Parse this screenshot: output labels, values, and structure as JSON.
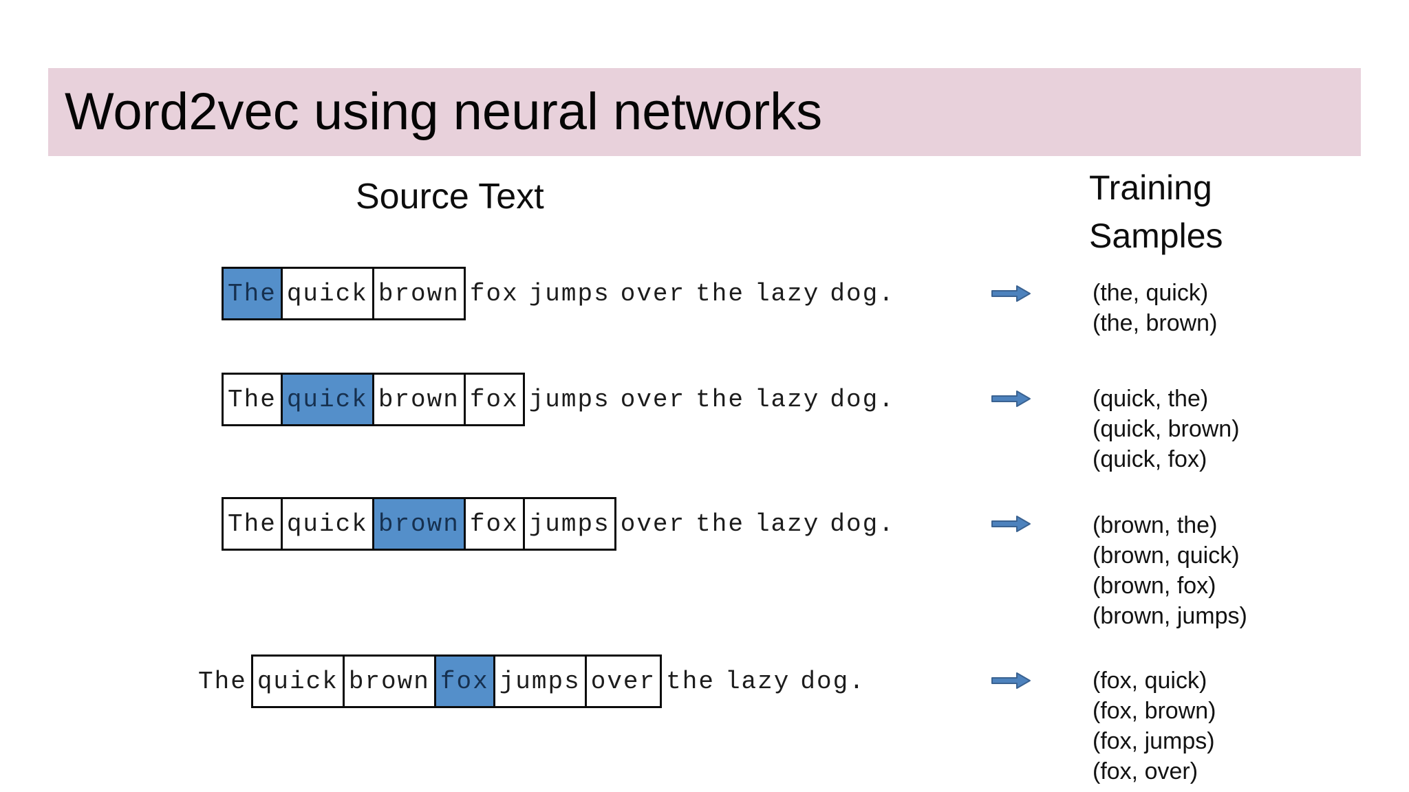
{
  "slide": {
    "title": "Word2vec using neural networks",
    "source_heading": "Source Text",
    "training_heading_line1": "Training",
    "training_heading_line2": "Samples"
  },
  "sentence": {
    "words": [
      "The",
      "quick",
      "brown",
      "fox",
      "jumps",
      "over",
      "the",
      "lazy",
      "dog."
    ]
  },
  "rows": [
    {
      "boxed_indices": [
        0,
        1,
        2
      ],
      "highlighted_index": 0,
      "highlighted_word": "The",
      "samples": [
        "(the, quick)",
        "(the, brown)"
      ]
    },
    {
      "boxed_indices": [
        0,
        1,
        2,
        3
      ],
      "highlighted_index": 1,
      "highlighted_word": "quick",
      "samples": [
        "(quick, the)",
        "(quick, brown)",
        "(quick, fox)"
      ]
    },
    {
      "boxed_indices": [
        0,
        1,
        2,
        3,
        4
      ],
      "highlighted_index": 2,
      "highlighted_word": "brown",
      "samples": [
        "(brown, the)",
        "(brown, quick)",
        "(brown, fox)",
        "(brown, jumps)"
      ]
    },
    {
      "boxed_indices": [
        1,
        2,
        3,
        4,
        5
      ],
      "highlighted_index": 3,
      "highlighted_word": "fox",
      "samples": [
        "(fox, quick)",
        "(fox, brown)",
        "(fox, jumps)",
        "(fox, over)"
      ]
    }
  ],
  "colors": {
    "banner_pink": "#e8d1db",
    "highlight_blue": "#548fca",
    "highlight_text": "#16304f",
    "box_border": "#0b0b0b",
    "arrow_fill": "#4d82bd",
    "arrow_stroke": "#3a6291",
    "background": "#ffffff"
  }
}
